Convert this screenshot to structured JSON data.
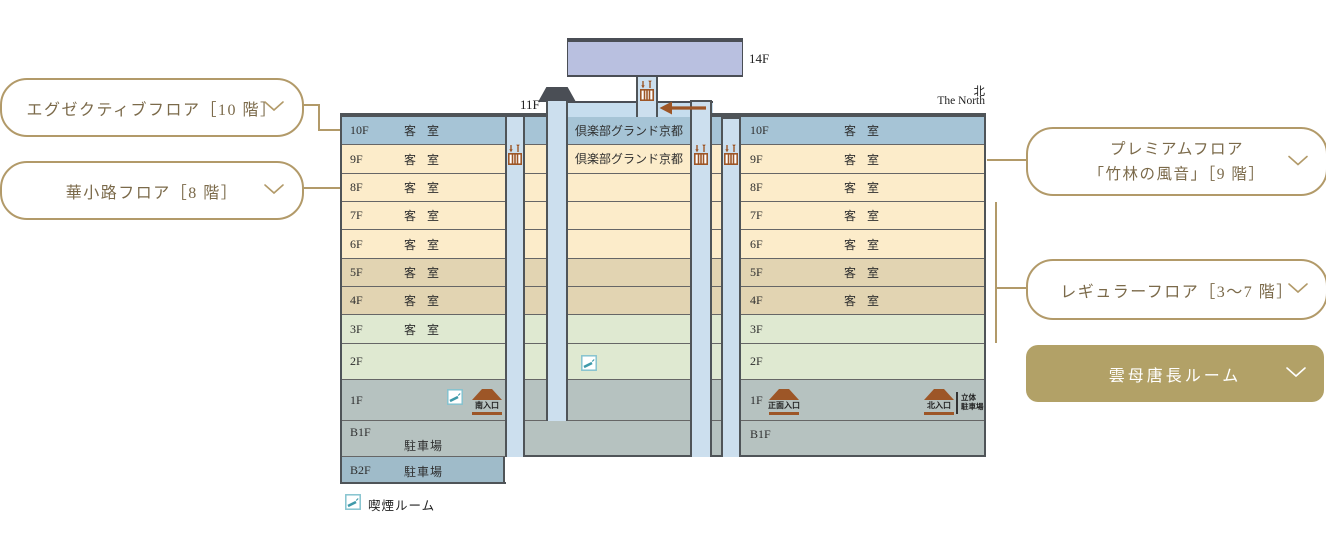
{
  "palette": {
    "gold_border": "#b29a69",
    "gold_fill": "#b2a167",
    "callout_text": "#7b6a4a",
    "floor_blue": "#a6c4d6",
    "floor_cream": "#fcecca",
    "floor_tan": "#e2d4b2",
    "floor_green": "#dfe9d1",
    "floor_gray": "#b6c2c0",
    "floor_b2_blue": "#9fbbc9",
    "shaft_blue": "#ccdfee",
    "roof_lavender": "#b9c0e0",
    "outline_dark": "#4f5458",
    "icon_brown": "#9d5627",
    "smoking_teal": "#3f9aaa"
  },
  "callouts": {
    "executive": "エグゼクティブフロア［10 階］",
    "hanakoji": "華小路フロア［8 階］",
    "premium_line1": "プレミアムフロア",
    "premium_line2": "「竹林の風音」［9 階］",
    "regular": "レギュラーフロア［3〜7 階］",
    "kira_karacho": "雲母唐長ルーム"
  },
  "building": {
    "f14_label": "14F",
    "f11_label": "11F",
    "north_kanji": "北",
    "north_en": "The North",
    "tower": {
      "f10": "倶楽部グランド京都",
      "f9": "倶楽部グランド京都"
    },
    "floors": {
      "left": [
        {
          "label": "10F",
          "room": "客 室"
        },
        {
          "label": "9F",
          "room": "客 室"
        },
        {
          "label": "8F",
          "room": "客 室"
        },
        {
          "label": "7F",
          "room": "客 室"
        },
        {
          "label": "6F",
          "room": "客 室"
        },
        {
          "label": "5F",
          "room": "客 室"
        },
        {
          "label": "4F",
          "room": "客 室"
        },
        {
          "label": "3F",
          "room": "客 室"
        },
        {
          "label": "2F",
          "room": ""
        },
        {
          "label": "1F",
          "room": ""
        },
        {
          "label": "B1F",
          "room": "駐車場"
        },
        {
          "label": "B2F",
          "room": "駐車場"
        }
      ],
      "right": [
        {
          "label": "10F",
          "room": "客 室"
        },
        {
          "label": "9F",
          "room": "客 室"
        },
        {
          "label": "8F",
          "room": "客 室"
        },
        {
          "label": "7F",
          "room": "客 室"
        },
        {
          "label": "6F",
          "room": "客 室"
        },
        {
          "label": "5F",
          "room": "客 室"
        },
        {
          "label": "4F",
          "room": "客 室"
        },
        {
          "label": "3F",
          "room": ""
        },
        {
          "label": "2F",
          "room": ""
        },
        {
          "label": "1F",
          "room": ""
        },
        {
          "label": "B1F",
          "room": ""
        }
      ]
    },
    "entrances": {
      "south": "南入口",
      "main": "正面入口",
      "north": "北入口",
      "annex_line1": "立体",
      "annex_line2": "駐車場"
    }
  },
  "legend": {
    "smoking": "喫煙ルーム"
  }
}
